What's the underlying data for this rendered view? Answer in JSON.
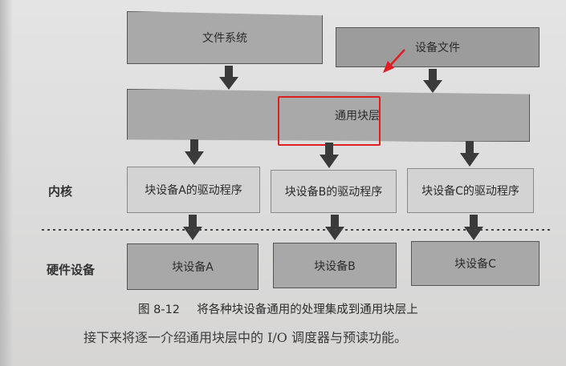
{
  "top": {
    "file_system": "文件系统",
    "device_file": "设备文件"
  },
  "block_layer": "通用块层",
  "kernel_label": "内核",
  "hardware_label": "硬件设备",
  "drivers": [
    "块设备A的驱动程序",
    "块设备B的驱动程序",
    "块设备C的驱动程序"
  ],
  "devices": [
    "块设备A",
    "块设备B",
    "块设备C"
  ],
  "caption": {
    "figure_number": "图 8-12",
    "text": "将各种块设备通用的处理集成到通用块层上"
  },
  "paragraph": "接下来将逐一介绍通用块层中的 I/O 调度器与预读功能。",
  "colors": {
    "highlight": "#e11d24",
    "arrow": "#3a3a3a"
  }
}
